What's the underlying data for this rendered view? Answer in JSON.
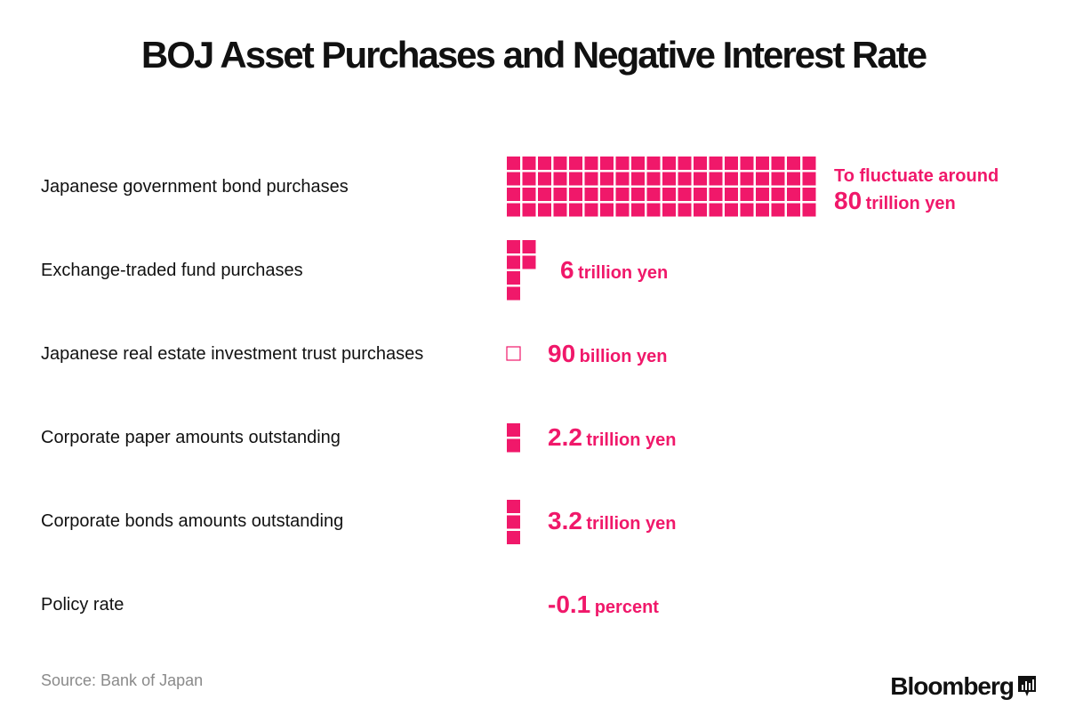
{
  "chart_data": {
    "type": "table",
    "title": "BOJ Asset Purchases and Negative Interest Rate",
    "accent_color": "#f0186a",
    "rows": [
      {
        "label": "Japanese government bond purchases",
        "prefix": "To fluctuate around",
        "value": "80",
        "unit": "trillion yen",
        "amount_trillion_yen": 80,
        "squares": 80
      },
      {
        "label": "Exchange-traded fund purchases",
        "prefix": "",
        "value": "6",
        "unit": "trillion yen",
        "amount_trillion_yen": 6,
        "squares": 6
      },
      {
        "label": "Japanese real estate investment trust purchases",
        "prefix": "",
        "value": "90",
        "unit": "billion yen",
        "amount_trillion_yen": 0.09,
        "squares": 0.09
      },
      {
        "label": "Corporate paper amounts outstanding",
        "prefix": "",
        "value": "2.2",
        "unit": "trillion yen",
        "amount_trillion_yen": 2.2,
        "squares": 2
      },
      {
        "label": "Corporate bonds amounts outstanding",
        "prefix": "",
        "value": "3.2",
        "unit": "trillion yen",
        "amount_trillion_yen": 3.2,
        "squares": 3
      },
      {
        "label": "Policy rate",
        "prefix": "",
        "value": "-0.1",
        "unit": "percent",
        "amount_trillion_yen": null,
        "squares": 0
      }
    ],
    "source": "Source: Bank of Japan"
  },
  "brand": {
    "name": "Bloomberg"
  }
}
